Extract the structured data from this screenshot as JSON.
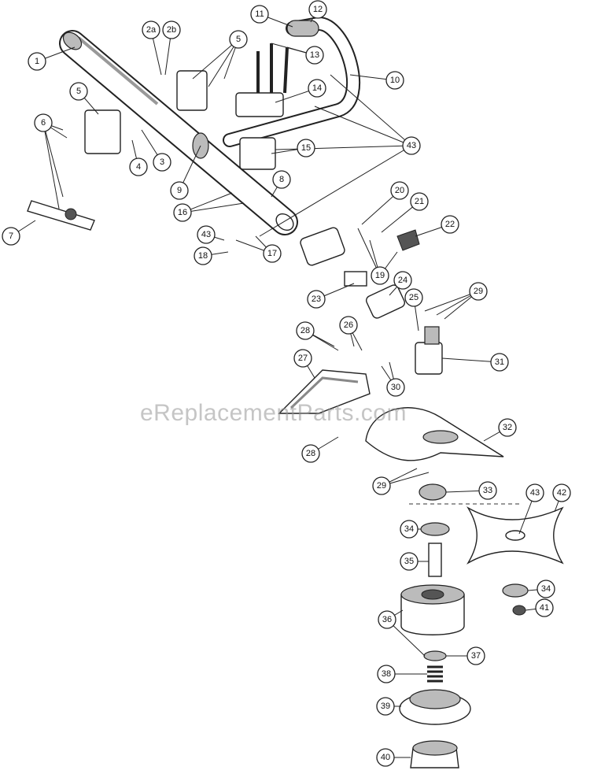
{
  "watermark": "eReplacementParts.com",
  "callouts": [
    "1",
    "2a",
    "2b",
    "5",
    "11",
    "12",
    "13",
    "10",
    "14",
    "5",
    "6",
    "4",
    "3",
    "9",
    "15",
    "43",
    "8",
    "7",
    "16",
    "43",
    "18",
    "17",
    "20",
    "21",
    "22",
    "19",
    "23",
    "24",
    "25",
    "29",
    "28",
    "26",
    "27",
    "31",
    "30",
    "32",
    "28",
    "29",
    "33",
    "43",
    "42",
    "34",
    "35",
    "34",
    "41",
    "36",
    "37",
    "38",
    "39",
    "40"
  ]
}
